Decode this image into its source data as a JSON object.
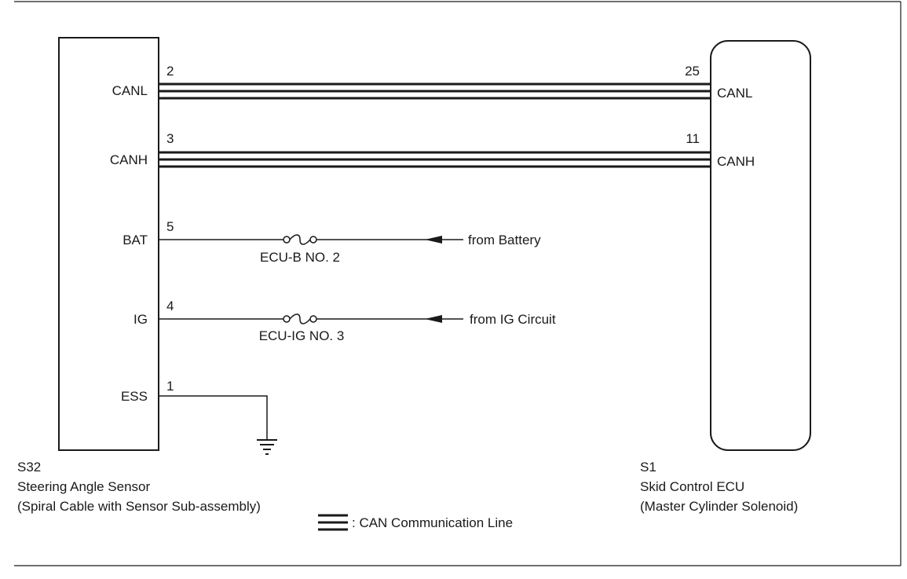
{
  "sensor": {
    "code": "S32",
    "name": "Steering Angle Sensor",
    "subname": "(Spiral Cable with Sensor Sub-assembly)"
  },
  "ecu": {
    "code": "S1",
    "name": "Skid Control ECU",
    "subname": "(Master Cylinder Solenoid)"
  },
  "canl": {
    "label": "CANL",
    "pin_left": "2",
    "pin_right": "25",
    "label_right": "CANL"
  },
  "canh": {
    "label": "CANH",
    "pin_left": "3",
    "pin_right": "11",
    "label_right": "CANH"
  },
  "bat": {
    "label": "BAT",
    "pin": "5",
    "fuse": "ECU-B NO. 2",
    "source": "from Battery"
  },
  "ig": {
    "label": "IG",
    "pin": "4",
    "fuse": "ECU-IG NO. 3",
    "source": "from IG Circuit"
  },
  "ess": {
    "label": "ESS",
    "pin": "1"
  },
  "legend": {
    "text": ": CAN Communication Line"
  }
}
